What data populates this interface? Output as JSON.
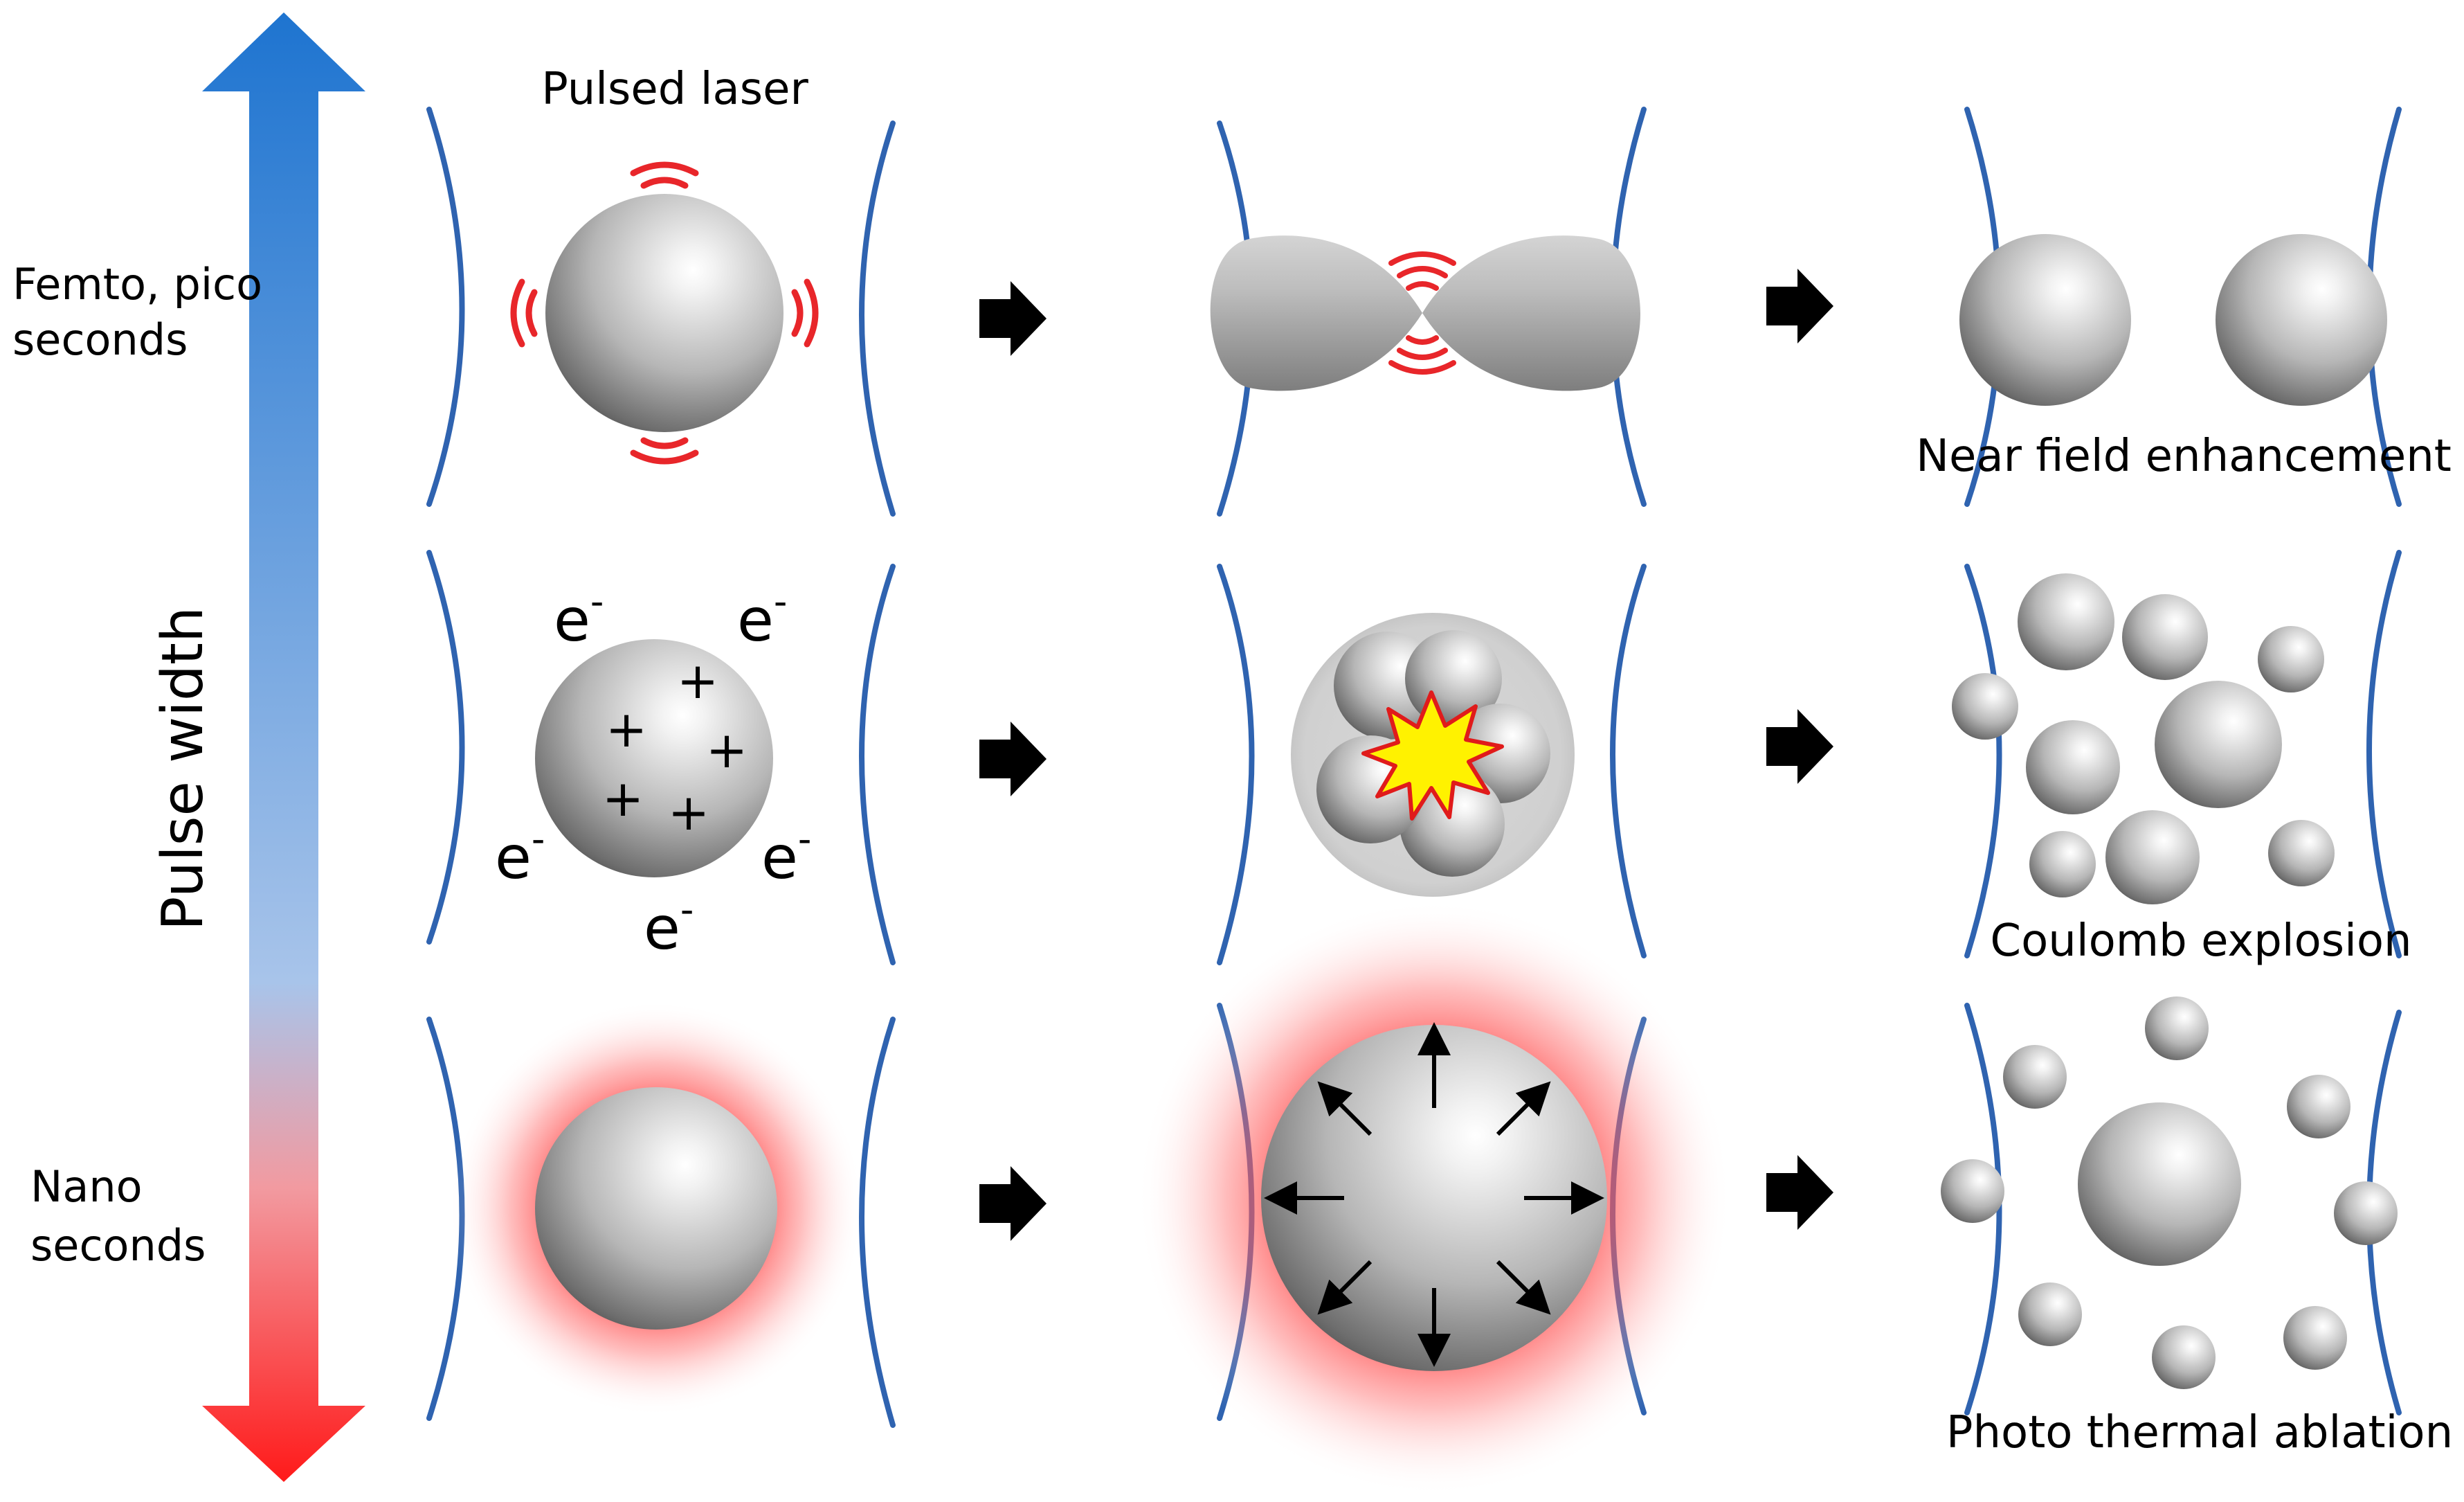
{
  "axis": {
    "label": "Pulse width",
    "top_label_line1": "Femto, pico",
    "top_label_line2": "seconds",
    "bottom_label_line1": "Nano",
    "bottom_label_line2": "seconds",
    "gradient_top": "#1e74d0",
    "gradient_mid": "#a3c2e8",
    "gradient_bottom": "#ff1a1a"
  },
  "pulsed_laser_label": "Pulsed laser",
  "rows": [
    {
      "id": "femto",
      "result": "Near field enhancement"
    },
    {
      "id": "coulomb",
      "result": "Coulomb explosion"
    },
    {
      "id": "nano",
      "result": "Photo thermal ablation"
    }
  ],
  "electron_symbol": "e",
  "electron_charge": "-",
  "plus_symbol": "+",
  "colors": {
    "bracket": "#2f63b0",
    "sphere_light": "#ffffff",
    "sphere_dark": "#4a4a4a",
    "laser_wave": "#e8262a",
    "explosion_fill": "#fff200",
    "explosion_stroke": "#e01b1b",
    "glow": "#ff4040",
    "arrow": "#000000"
  }
}
